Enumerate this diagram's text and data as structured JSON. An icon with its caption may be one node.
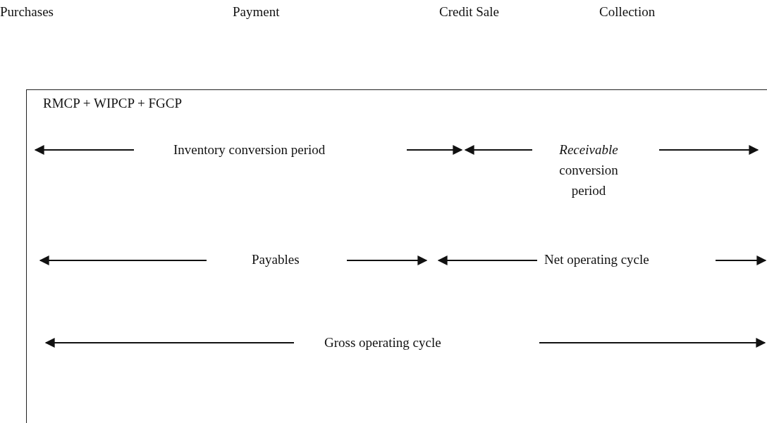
{
  "diagram": {
    "nodes": [
      {
        "text": [
          "RMCP + WIPCP + FGCP"
        ]
      }
    ],
    "labels": [
      "Purchases",
      "Payment",
      "Credit Sale",
      "Collection",
      "Inventory conversion period",
      "*Receivable* conversion period",
      "Payables",
      "Net operating cycle",
      "Gross operating cycle"
    ]
  }
}
